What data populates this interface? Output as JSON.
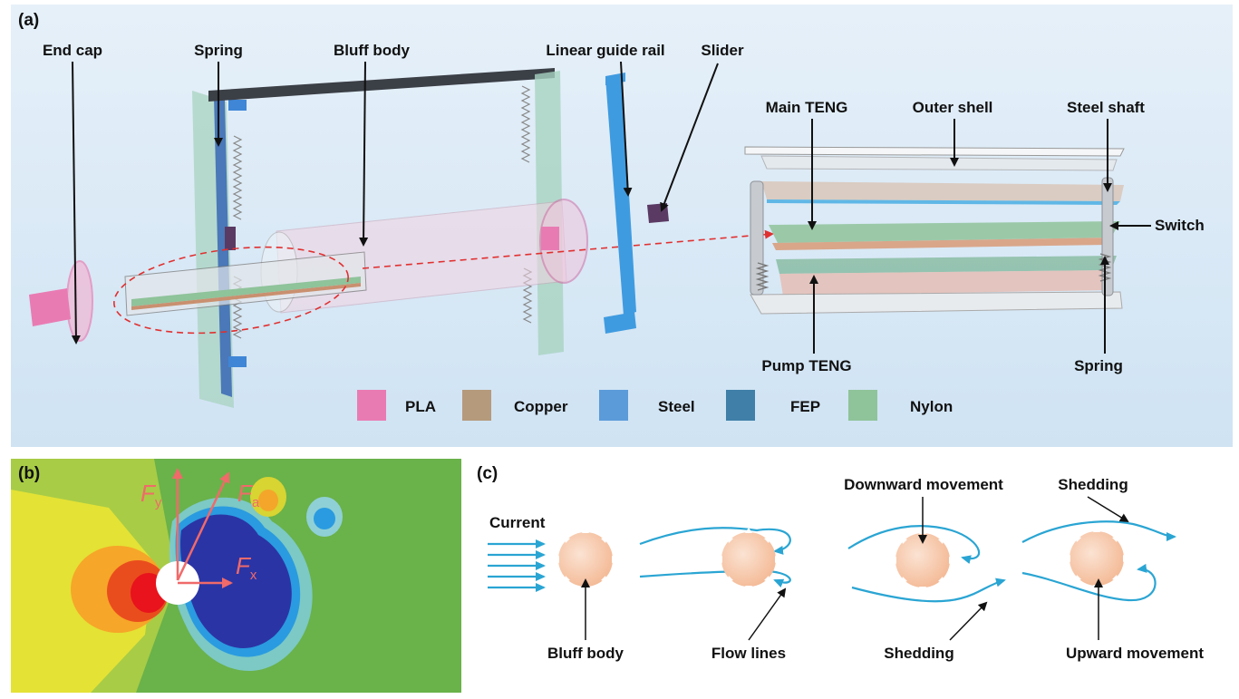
{
  "panels": {
    "a": "(a)",
    "b": "(b)",
    "c": "(c)"
  },
  "labels_a": {
    "end_cap": "End cap",
    "spring_left": "Spring",
    "bluff_body": "Bluff body",
    "linear_guide_rail": "Linear guide rail",
    "slider": "Slider",
    "main_teng": "Main TENG",
    "outer_shell": "Outer shell",
    "steel_shaft": "Steel shaft",
    "switch": "Switch",
    "pump_teng": "Pump TENG",
    "spring_right": "Spring"
  },
  "legend": [
    {
      "name": "PLA",
      "color": "#e97bb3"
    },
    {
      "name": "Copper",
      "color": "#b59a7c"
    },
    {
      "name": "Steel",
      "color": "#5b9bd9"
    },
    {
      "name": "FEP",
      "color": "#3f7fa8"
    },
    {
      "name": "Nylon",
      "color": "#8fc39a"
    }
  ],
  "forces_b": {
    "fy_main": "F",
    "fy_sub": "y",
    "fa_main": "F",
    "fa_sub": "a",
    "fx_main": "F",
    "fx_sub": "x"
  },
  "labels_c": {
    "current": "Current",
    "bluff_body": "Bluff body",
    "flow_lines": "Flow lines",
    "downward_movement": "Downward movement",
    "shedding_1": "Shedding",
    "shedding_2": "Shedding",
    "upward_movement": "Upward movement"
  },
  "colors": {
    "flow": "#2aa5d3",
    "arrow": "#111111",
    "dashed": "#e03030",
    "sphere": "#f6c7a8",
    "panel_a_bg": "#dcebf7"
  }
}
